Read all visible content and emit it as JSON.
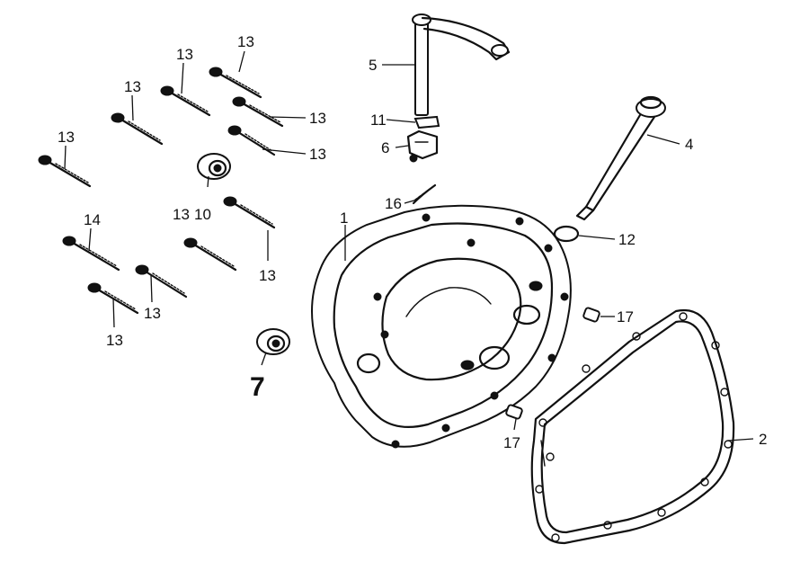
{
  "labels": {
    "cover": "1",
    "gasket": "2",
    "dipstick": "4",
    "shaft": "5",
    "clip": "6",
    "seal_large": "7",
    "seal_small": "10",
    "washer_small": "11",
    "oring": "12",
    "bolt": "13",
    "bolt_long": "14",
    "spring": "16",
    "dowel": "17"
  }
}
